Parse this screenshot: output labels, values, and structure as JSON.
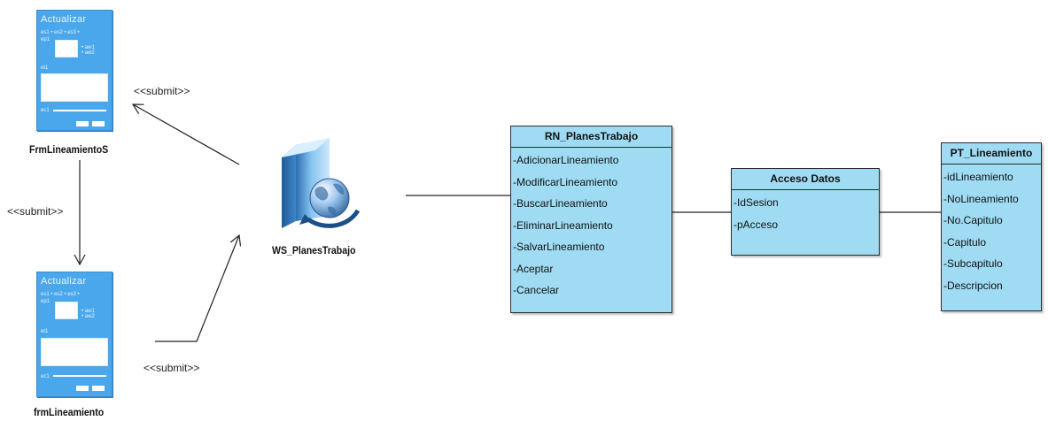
{
  "forms": [
    {
      "name": "FrmLineamientoS",
      "title": "Actualizar",
      "sub1": "es1 • es2 • es3 •",
      "sub2": "ep1",
      "opts": "• aw1\n• aw2",
      "sub3": "et1",
      "sub4": "ec1"
    },
    {
      "name": "frmLineamiento",
      "title": "Actualizar",
      "sub1": "es1 • es2 • es3 •",
      "sub2": "ep1",
      "opts": "• aw1\n• aw2",
      "sub3": "et1",
      "sub4": "ec1"
    }
  ],
  "webservice": {
    "name": "WS_PlanesTrabajo",
    "icon": "web-service-globe-icon"
  },
  "stereotypes": {
    "top": "<<submit>>",
    "left": "<<submit>>",
    "bottom": "<<submit>>"
  },
  "classes": [
    {
      "name": "RN_PlanesTrabajo",
      "items": [
        "-AdicionarLineamiento",
        "-ModificarLineamiento",
        "-BuscarLineamiento",
        "-EliminarLineamiento",
        "-SalvarLineamiento",
        "-Aceptar",
        "-Cancelar"
      ]
    },
    {
      "name": "Acceso Datos",
      "items": [
        "-IdSesion",
        "-pAcceso"
      ]
    },
    {
      "name": "PT_Lineamiento",
      "items": [
        "-idLineamiento",
        "-NoLineamiento",
        "-No.Capitulo",
        "-Capitulo",
        "-Subcapitulo",
        "-Descripcion"
      ]
    }
  ],
  "colors": {
    "class_fill": "#9fdcf3",
    "form_fill": "#4aa7ec",
    "line": "#222222"
  }
}
